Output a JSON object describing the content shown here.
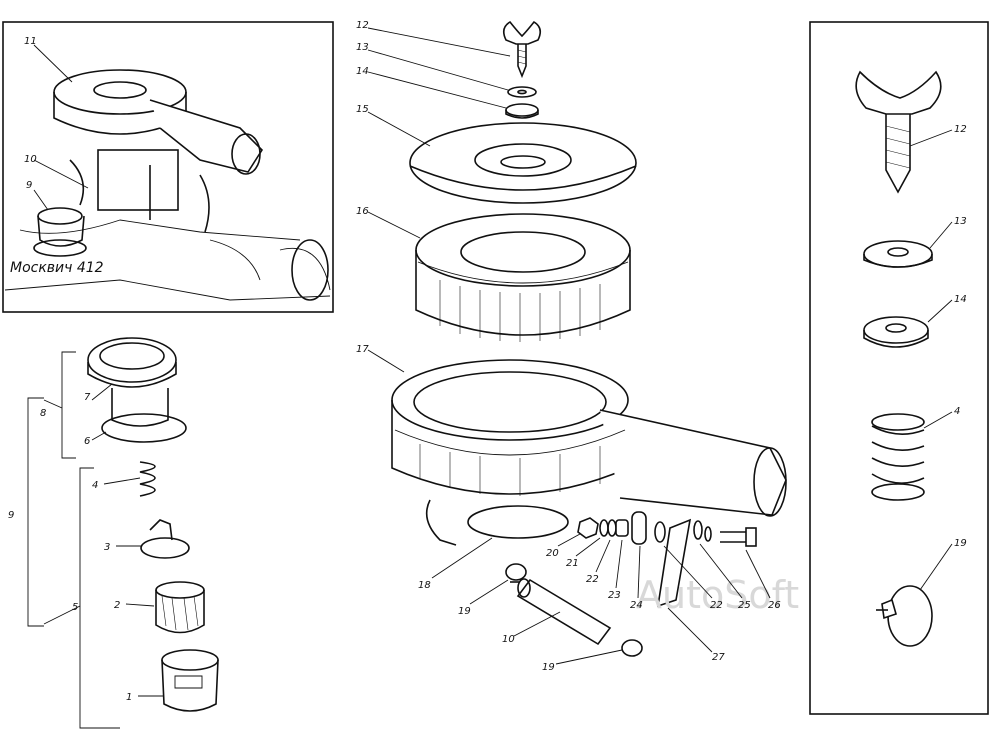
{
  "figure": {
    "panels": [
      "engine-inset",
      "detail-strip"
    ],
    "inset_script_text": "Москвич 412",
    "watermark": "AutoSoft"
  },
  "callouts": [
    {
      "id": "c11",
      "text": "11"
    },
    {
      "id": "c10a",
      "text": "10"
    },
    {
      "id": "c9a",
      "text": "9"
    },
    {
      "id": "c12a",
      "text": "12"
    },
    {
      "id": "c13a",
      "text": "13"
    },
    {
      "id": "c14a",
      "text": "14"
    },
    {
      "id": "c15",
      "text": "15"
    },
    {
      "id": "c16",
      "text": "16"
    },
    {
      "id": "c17",
      "text": "17"
    },
    {
      "id": "c7",
      "text": "7"
    },
    {
      "id": "c6",
      "text": "6"
    },
    {
      "id": "c8",
      "text": "8"
    },
    {
      "id": "c4a",
      "text": "4"
    },
    {
      "id": "c3",
      "text": "3"
    },
    {
      "id": "c2",
      "text": "2"
    },
    {
      "id": "c1",
      "text": "1"
    },
    {
      "id": "c5",
      "text": "5"
    },
    {
      "id": "c9b",
      "text": "9"
    },
    {
      "id": "c18",
      "text": "18"
    },
    {
      "id": "c20",
      "text": "20"
    },
    {
      "id": "c21",
      "text": "21"
    },
    {
      "id": "c22a",
      "text": "22"
    },
    {
      "id": "c23",
      "text": "23"
    },
    {
      "id": "c24",
      "text": "24"
    },
    {
      "id": "c22b",
      "text": "22"
    },
    {
      "id": "c25",
      "text": "25"
    },
    {
      "id": "c26",
      "text": "26"
    },
    {
      "id": "c27",
      "text": "27"
    },
    {
      "id": "c19a",
      "text": "19"
    },
    {
      "id": "c10b",
      "text": "10"
    },
    {
      "id": "c19b",
      "text": "19"
    },
    {
      "id": "c12b",
      "text": "12"
    },
    {
      "id": "c13b",
      "text": "13"
    },
    {
      "id": "c14b",
      "text": "14"
    },
    {
      "id": "c4b",
      "text": "4"
    },
    {
      "id": "c19c",
      "text": "19"
    }
  ]
}
